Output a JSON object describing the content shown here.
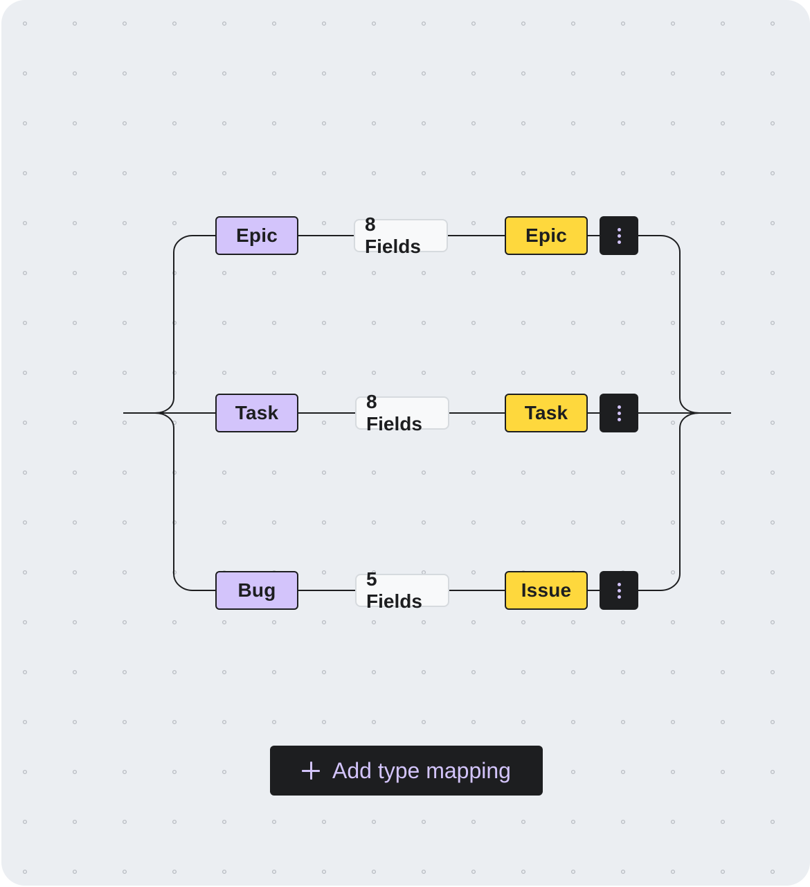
{
  "mappings": [
    {
      "source": "Epic",
      "fields": "8 Fields",
      "target": "Epic"
    },
    {
      "source": "Task",
      "fields": "8 Fields",
      "target": "Task"
    },
    {
      "source": "Bug",
      "fields": "5 Fields",
      "target": "Issue"
    }
  ],
  "add_button": {
    "label": "Add type mapping",
    "icon": "plus-icon"
  },
  "menu_icon": "more-vertical-icon",
  "colors": {
    "canvas_bg": "#ebeef2",
    "source_chip": "#d3c4fb",
    "target_chip": "#fed83d",
    "dark": "#1d1e20",
    "dot": "#b8bcc2"
  }
}
